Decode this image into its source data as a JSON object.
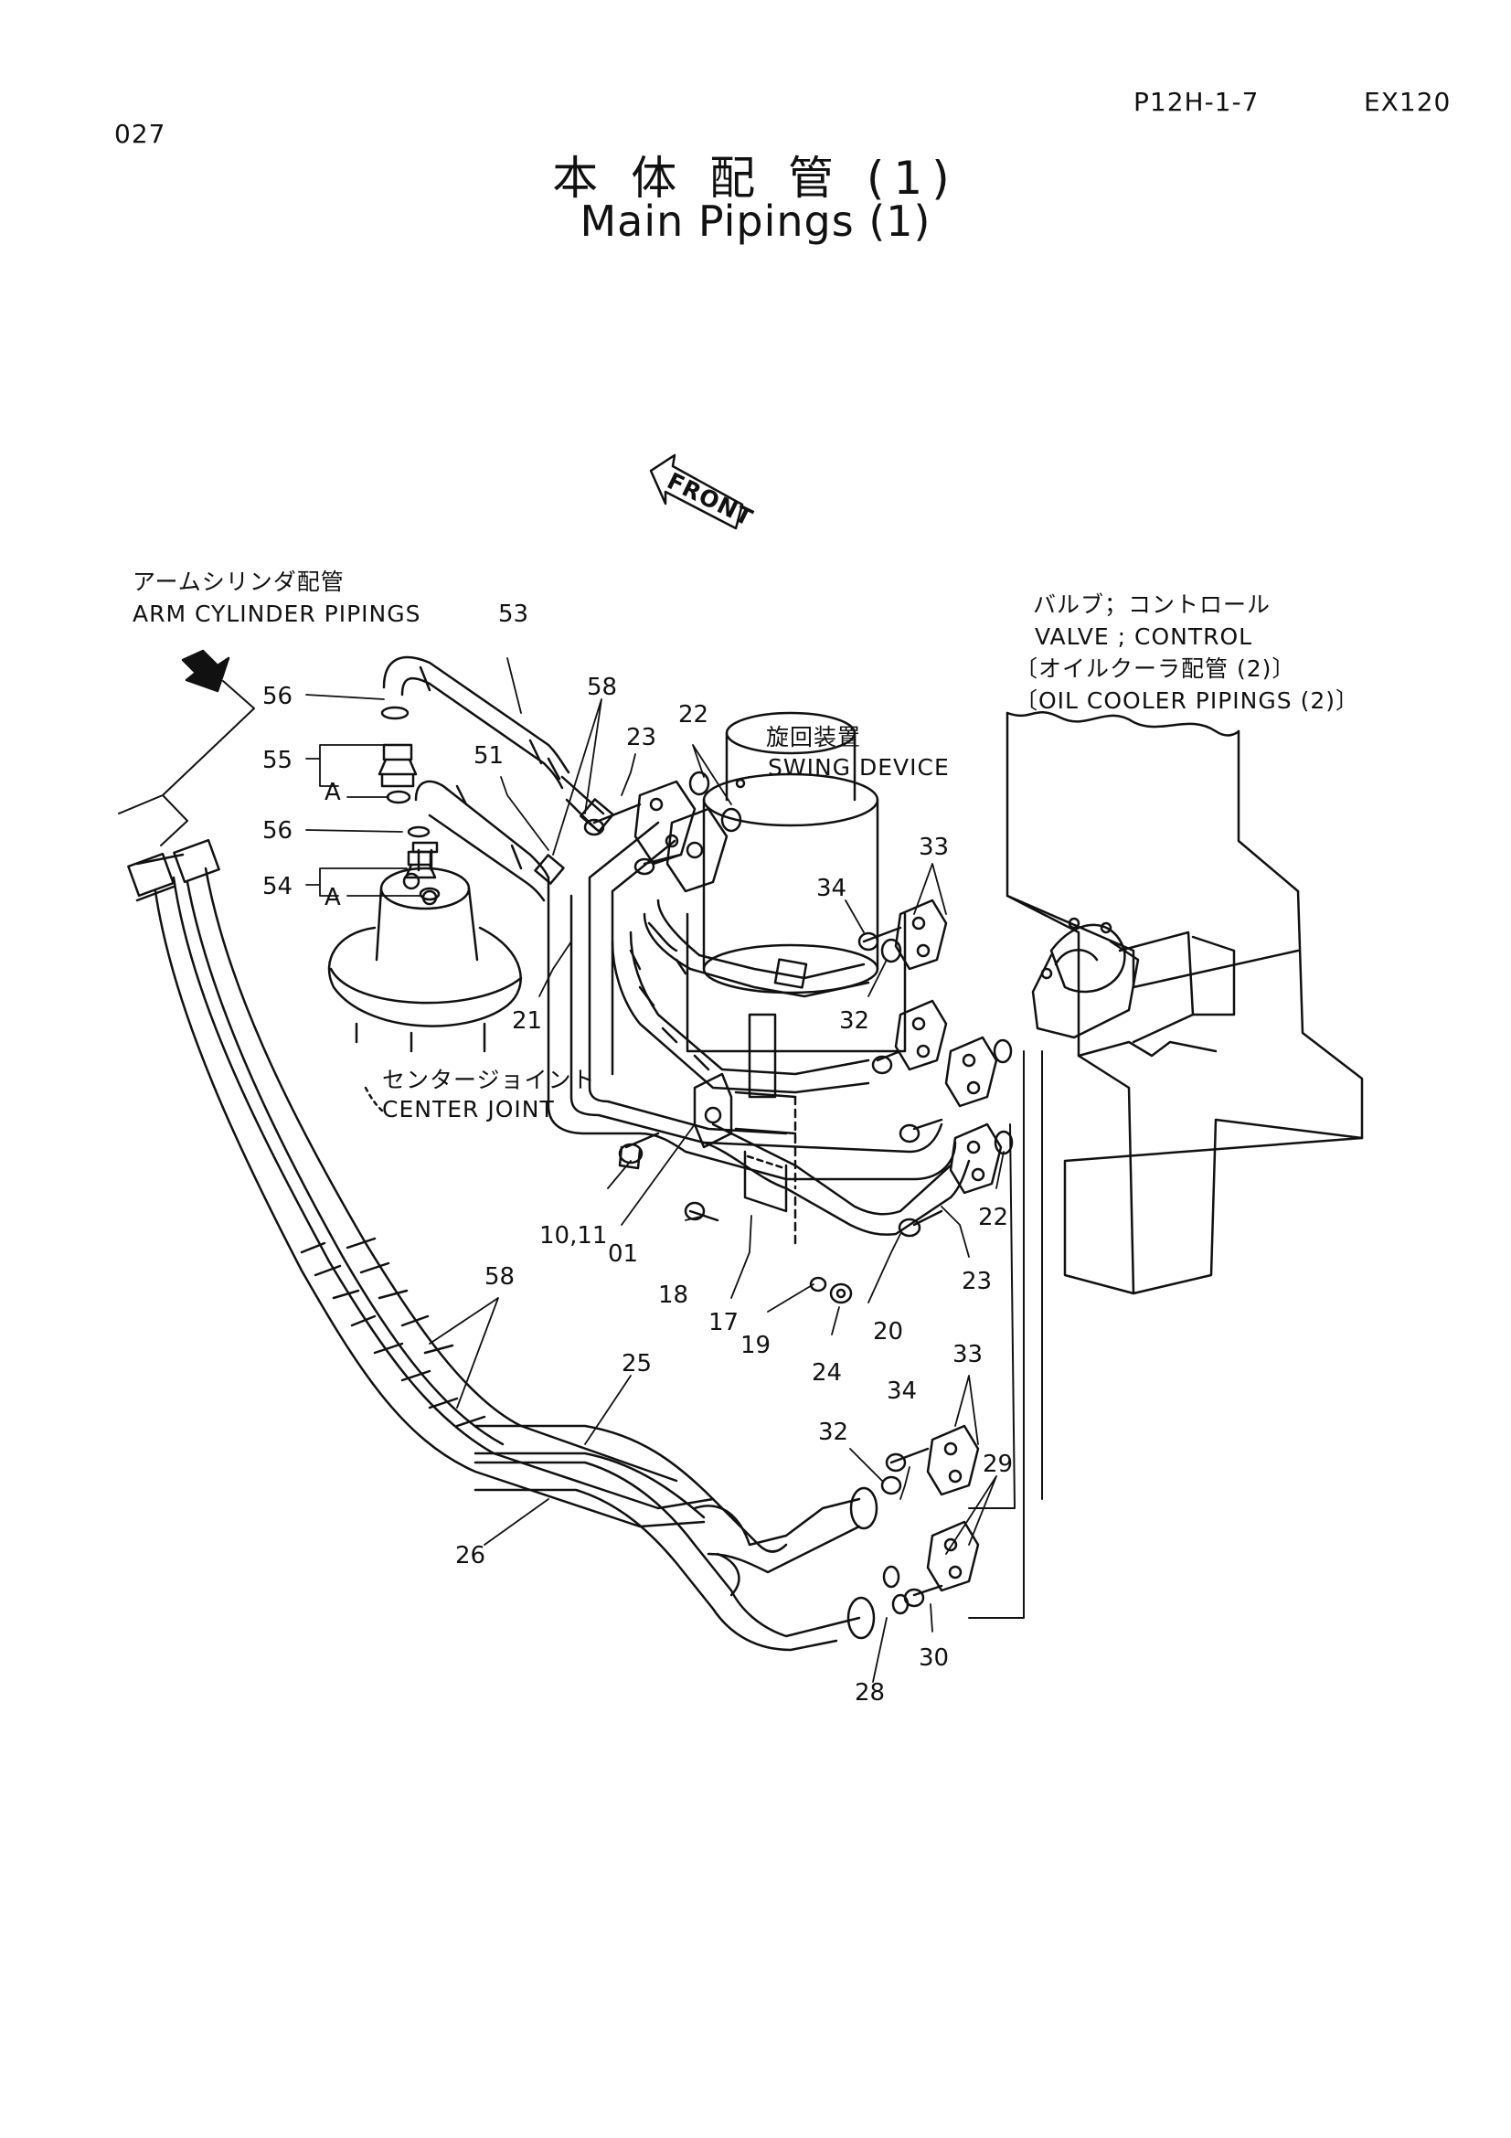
{
  "header": {
    "code": "027",
    "page_no": "P12H-1-7",
    "model": "EX120"
  },
  "title": {
    "ja": "本 体 配 管 (1)",
    "en": "Main Pipings (1)"
  },
  "front_label": "FRONT",
  "labels": {
    "arm_ja": "アームシリンダ配管",
    "arm_en": "ARM CYLINDER PIPINGS",
    "valve_ja": "バルブ；コントロール",
    "valve_en": "VALVE ; CONTROL",
    "oil_ja": "〔オイルクーラ配管 (2)〕",
    "oil_en": "〔OIL COOLER PIPINGS (2)〕",
    "swing_ja": "旋回装置",
    "swing_en": "SWING DEVICE",
    "center_ja": "センタージョイント",
    "center_en": "CENTER JOINT"
  },
  "callouts": {
    "p53": "53",
    "p58a": "58",
    "p56a": "56",
    "p55": "55",
    "pA1": "A",
    "p51": "51",
    "p23a": "23",
    "p22a": "22",
    "p56b": "56",
    "p54": "54",
    "pA2": "A",
    "p33a": "33",
    "p34a": "34",
    "p32a": "32",
    "p21": "21",
    "p1011": "10,11",
    "p01": "01",
    "p18": "18",
    "p17": "17",
    "p19": "19",
    "p24": "24",
    "p20": "20",
    "p22b": "22",
    "p23b": "23",
    "p58b": "58",
    "p25": "25",
    "p33b": "33",
    "p34b": "34",
    "p32b": "32",
    "p29": "29",
    "p26": "26",
    "p30": "30",
    "p28": "28"
  }
}
